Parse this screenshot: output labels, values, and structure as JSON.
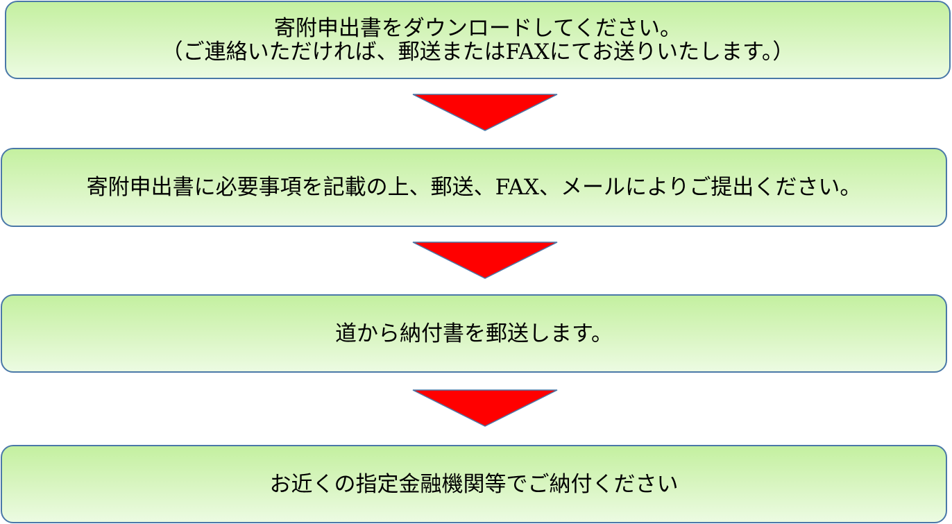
{
  "flow": {
    "steps": [
      {
        "line1": "寄附申出書をダウンロードしてください。",
        "line2": "（ご連絡いただければ、郵送またはFAXにてお送りいたします。）"
      },
      {
        "line1": "寄附申出書に必要事項を記載の上、郵送、FAX、メールによりご提出ください。"
      },
      {
        "line1": "道から納付書を郵送します。"
      },
      {
        "line1": "お近くの指定金融機関等でご納付ください"
      }
    ]
  },
  "colors": {
    "box_border": "#4a78a8",
    "box_fill_top": "#c4f0a0",
    "box_fill_bottom": "#ecfbe2",
    "arrow_fill": "#ff0000",
    "arrow_stroke": "#4a78a8"
  }
}
